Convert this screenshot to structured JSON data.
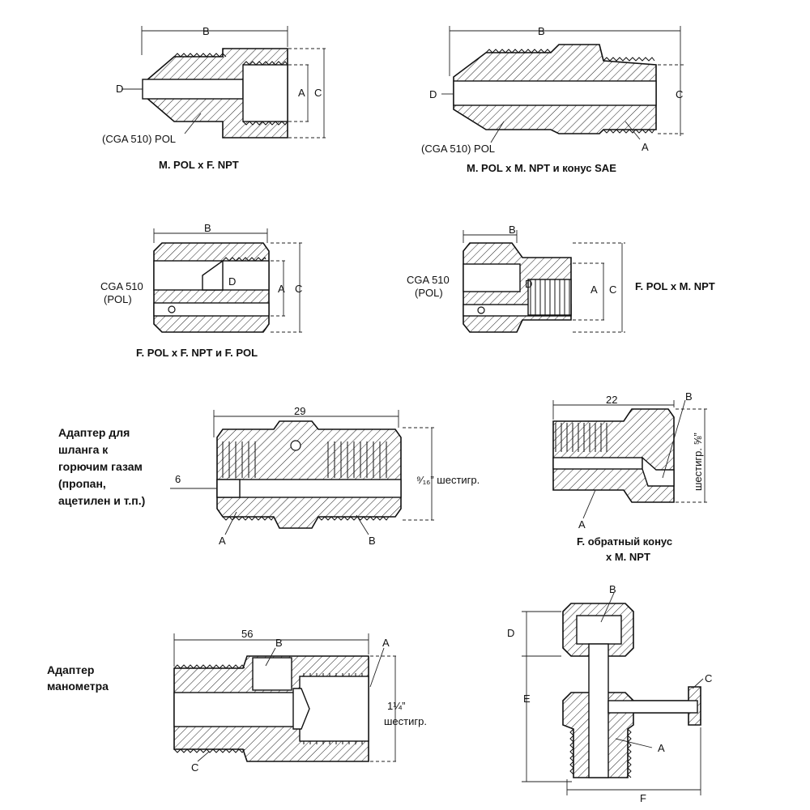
{
  "diagrams": {
    "mpol_fnpt": {
      "caption": "M. POL x F. NPT",
      "dim_b": "B",
      "dim_d": "D",
      "dim_a": "A",
      "dim_c": "C",
      "note": "(CGA 510) POL"
    },
    "mpol_mnpt_sae": {
      "caption": "M. POL x M. NPT и конус SAE",
      "dim_b": "B",
      "dim_d": "D",
      "dim_c": "C",
      "dim_a": "A",
      "note": "(CGA 510) POL"
    },
    "fpol_fnpt_fpol": {
      "caption": "F. POL x F. NPT и F. POL",
      "dim_b": "B",
      "dim_d": "D",
      "dim_a": "A",
      "dim_c": "C",
      "note_line1": "CGA 510",
      "note_line2": "(POL)"
    },
    "fpol_mnpt": {
      "caption": "F. POL x M. NPT",
      "dim_b": "B",
      "dim_d": "D",
      "dim_a": "A",
      "dim_c": "C",
      "note_line1": "CGA 510",
      "note_line2": "(POL)"
    },
    "hose_adapter": {
      "title_lines": [
        "Адаптер для",
        "шланга к",
        "горючим газам",
        "(пропан,",
        "ацетилен и т.п.)"
      ],
      "dim_length": "29",
      "dim_bore": "6",
      "hex_label": "⁹⁄₁₆” шестигр.",
      "label_a": "A",
      "label_b": "B"
    },
    "reverse_cone": {
      "caption_line1": "F. обратный конус",
      "caption_line2": "x M. NPT",
      "dim_length": "22",
      "label_b": "B",
      "label_a": "A",
      "hex_label": "шестигр. ⅝”"
    },
    "gauge_adapter": {
      "title_lines": [
        "Адаптер",
        "манометра"
      ],
      "dim_length": "56",
      "label_b": "B",
      "label_a": "A",
      "label_c": "C",
      "hex_line1": "1¼”",
      "hex_line2": "шестигр."
    },
    "tee": {
      "label_b": "B",
      "label_c": "C",
      "label_a": "A",
      "label_d": "D",
      "label_e": "E",
      "label_f": "F"
    }
  }
}
